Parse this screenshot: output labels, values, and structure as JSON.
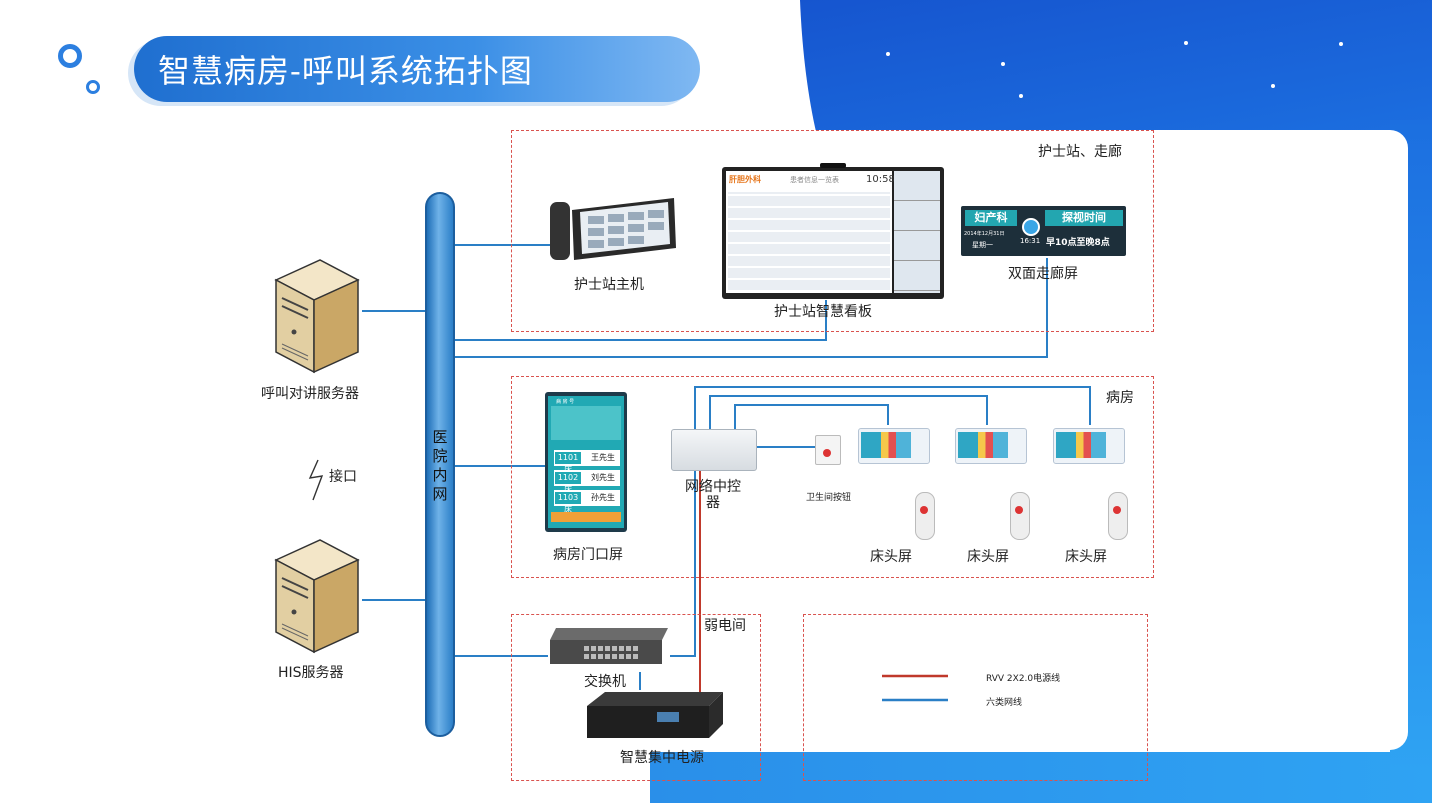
{
  "title": "智慧病房-呼叫系统拓扑图",
  "bus_label": "医院内网",
  "servers": {
    "call_server": "呼叫对讲服务器",
    "interface": "接口",
    "his_server": "HIS服务器"
  },
  "zones": {
    "nurse_station": "护士站、走廊",
    "ward": "病房",
    "weak_room": "弱电间"
  },
  "devices": {
    "nurse_host": "护士站主机",
    "nurse_board": "护士站智慧看板",
    "corridor_screen": "双面走廊屏",
    "door_screen": "病房门口屏",
    "network_controller": "网络中控器",
    "toilet_button": "卫生间按钮",
    "bedside_1": "床头屏",
    "bedside_2": "床头屏",
    "bedside_3": "床头屏",
    "switch": "交换机",
    "power": "智慧集中电源"
  },
  "board": {
    "dept": "肝胆外科",
    "header": "患者信息一览表",
    "time": "10:58"
  },
  "corridor": {
    "dept": "妇产科",
    "date": "2014年12月31日",
    "weekday": "星期一",
    "clock": "16:31",
    "visit_title": "探视时间",
    "visit_hours": "早10点至晚8点"
  },
  "door": {
    "room": "病 房 号",
    "beds": [
      {
        "bed": "1101床",
        "name": "王先生"
      },
      {
        "bed": "1102床",
        "name": "刘先生"
      },
      {
        "bed": "1103床",
        "name": "孙先生"
      }
    ]
  },
  "legend": {
    "power_line": "RVV 2X2.0电源线",
    "net_line": "六类网线",
    "power_color": "#c0392b",
    "net_color": "#2a7fc6"
  }
}
